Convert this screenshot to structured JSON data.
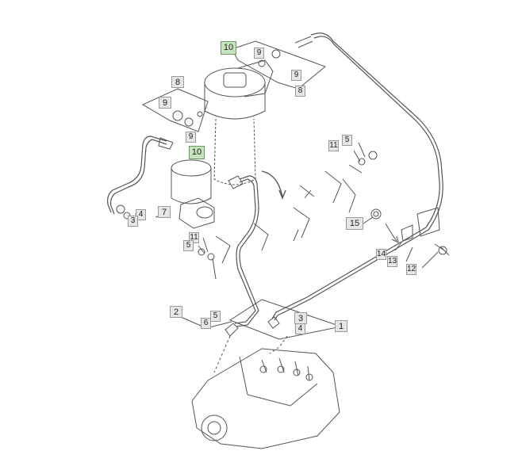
{
  "callouts": [
    {
      "label": "10",
      "highlight": true
    },
    {
      "label": "9",
      "highlight": false
    },
    {
      "label": "9",
      "highlight": false
    },
    {
      "label": "8",
      "highlight": false
    },
    {
      "label": "8",
      "highlight": false
    },
    {
      "label": "9",
      "highlight": false
    },
    {
      "label": "9",
      "highlight": false
    },
    {
      "label": "10",
      "highlight": true
    },
    {
      "label": "11",
      "highlight": false
    },
    {
      "label": "5",
      "highlight": false
    },
    {
      "label": "4",
      "highlight": false
    },
    {
      "label": "3",
      "highlight": false
    },
    {
      "label": "7",
      "highlight": false
    },
    {
      "label": "15",
      "highlight": false
    },
    {
      "label": "11",
      "highlight": false
    },
    {
      "label": "5",
      "highlight": false
    },
    {
      "label": "14",
      "highlight": false
    },
    {
      "label": "13",
      "highlight": false
    },
    {
      "label": "12",
      "highlight": false
    },
    {
      "label": "2",
      "highlight": false
    },
    {
      "label": "5",
      "highlight": false
    },
    {
      "label": "6",
      "highlight": false
    },
    {
      "label": "3",
      "highlight": false
    },
    {
      "label": "4",
      "highlight": false
    },
    {
      "label": "1",
      "highlight": false
    }
  ],
  "colors": {
    "line": "#555555",
    "callout_bg": "#e6e6e6",
    "callout_highlight": "#c7e3bd"
  }
}
